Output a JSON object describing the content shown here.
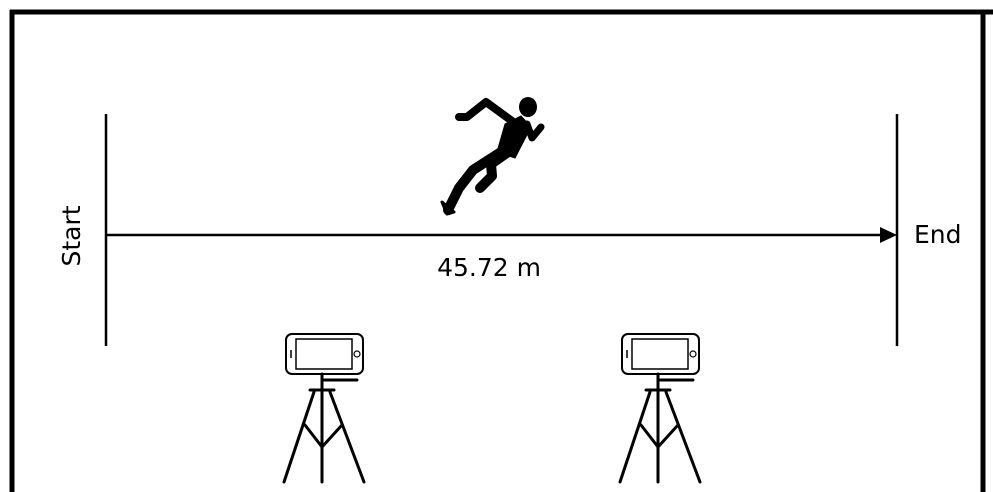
{
  "diagram": {
    "start_label": "Start",
    "end_label": "End",
    "distance_label": "45.72 m"
  },
  "icons": {
    "runner": "sprinting-runner-silhouette-icon",
    "phone": "smartphone-landscape-icon",
    "tripod": "tripod-stand-icon"
  },
  "colors": {
    "ink": "#000000",
    "background": "#ffffff"
  }
}
